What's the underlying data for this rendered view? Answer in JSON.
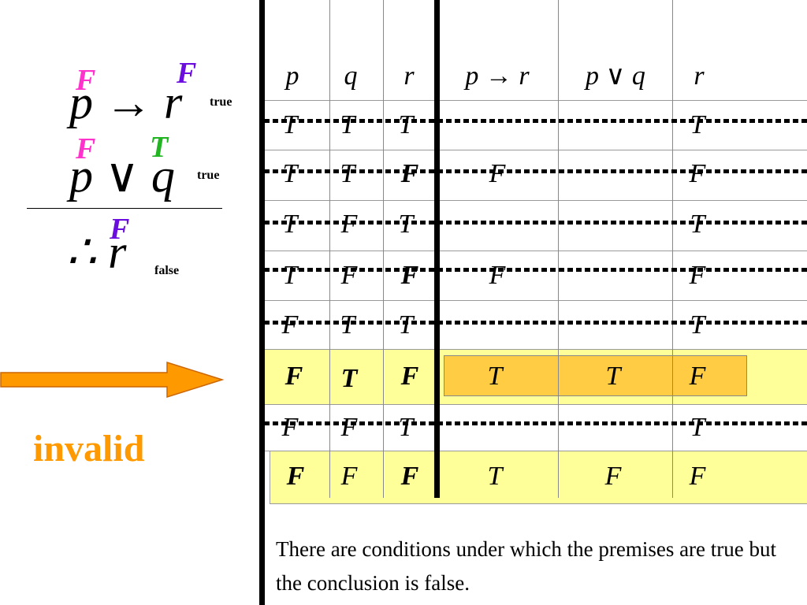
{
  "argument": {
    "premise1": {
      "formula": "p → r",
      "tag": "true",
      "p_value": "F",
      "r_value": "F"
    },
    "premise2": {
      "formula": "p ∨ q",
      "tag": "true",
      "p_value": "F",
      "q_value": "T"
    },
    "conclusion": {
      "formula": "∴ r",
      "tag": "false",
      "r_value": "F"
    },
    "verdict": "invalid"
  },
  "table": {
    "headers": [
      "p",
      "q",
      "r",
      "p → r",
      "p ∨ q",
      "r"
    ],
    "rows": [
      [
        "T",
        "T",
        "T",
        "",
        "",
        "T"
      ],
      [
        "T",
        "T",
        "F",
        "F",
        "",
        "F"
      ],
      [
        "T",
        "F",
        "T",
        "",
        "",
        "T"
      ],
      [
        "T",
        "F",
        "F",
        "F",
        "",
        "F"
      ],
      [
        "F",
        "T",
        "T",
        "",
        "",
        "T"
      ],
      [
        "F",
        "T",
        "F",
        "T",
        "T",
        "F"
      ],
      [
        "F",
        "F",
        "T",
        "",
        "",
        "T"
      ],
      [
        "F",
        "F",
        "F",
        "T",
        "F",
        "F"
      ]
    ]
  },
  "caption": "There are conditions under which the premises are true but the conclusion is false.",
  "colors": {
    "highlight_row": "#ffff99",
    "highlight_box": "#ffcc44",
    "arrow": "#ff9900",
    "pink": "#ff33cc",
    "purple": "#6a0dde",
    "green": "#22b422"
  }
}
